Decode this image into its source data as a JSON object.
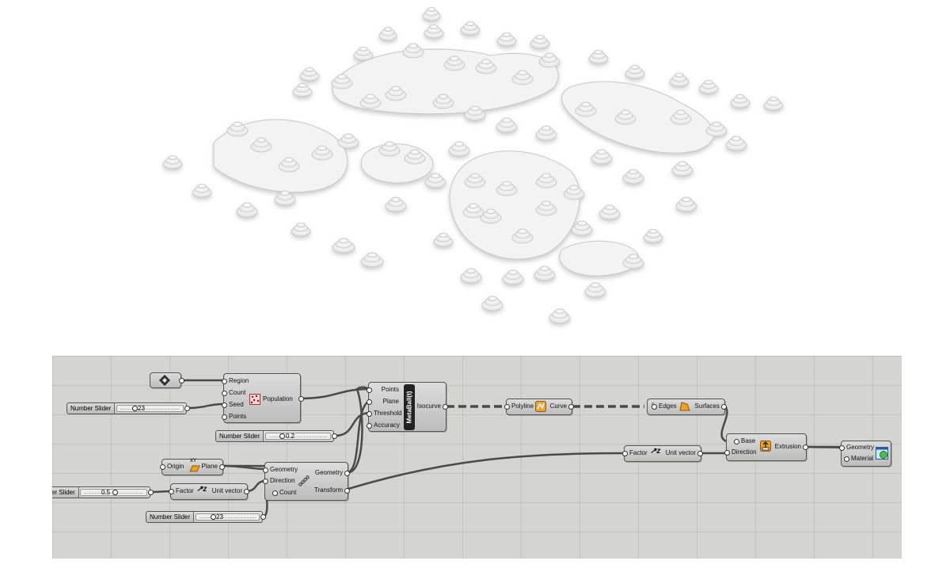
{
  "render": {
    "description_icon": "metaball-render"
  },
  "components": {
    "context": {
      "icon": "context-icon"
    },
    "population": {
      "inputs": [
        "Region",
        "Count",
        "Seed",
        "Points"
      ],
      "name": "Population",
      "icon": "population-icon"
    },
    "slider_seed": {
      "label": "Number Slider",
      "value": "23"
    },
    "slider_threshold": {
      "label": "Number Slider",
      "value": "0.2"
    },
    "metaball": {
      "inputs": [
        "Points",
        "Plane",
        "Threshold",
        "Accuracy"
      ],
      "name": "MetaBall(t)",
      "output": "Isocurve"
    },
    "polyline": {
      "input": "Polyline",
      "output": "Curve",
      "icon": "polyline-icon"
    },
    "edge_surface": {
      "input": "Edges",
      "output": "Surfaces",
      "icon": "edge-surface-icon"
    },
    "xy_plane": {
      "input": "Origin",
      "output": "Plane",
      "icon": "xy-plane-icon",
      "icon_text": "XY"
    },
    "slider_factor": {
      "label": "er Slider",
      "value": "0.5"
    },
    "unit_z_left": {
      "input": "Factor",
      "output": "Unit vector",
      "icon": "unit-z-icon"
    },
    "linear_array": {
      "inputs": [
        "Geometry",
        "Direction",
        "Count"
      ],
      "outputs": [
        "Geometry",
        "Transform"
      ],
      "icon": "linear-array-icon"
    },
    "slider_count": {
      "label": "Number Slider",
      "value": "23"
    },
    "unit_z_right": {
      "input": "Factor",
      "output": "Unit vector",
      "icon": "unit-z-icon"
    },
    "extrusion": {
      "inputs": [
        "Base",
        "Direction"
      ],
      "name": "Extrusion",
      "icon": "extrude-icon"
    },
    "custom_preview": {
      "inputs": [
        "Geometry",
        "Material"
      ],
      "icon": "custom-preview-icon"
    }
  },
  "colors": {
    "canvas": "#d4d4d0",
    "component": "#c9c9c9",
    "wire": "#4a4a4a",
    "icon_orange": "#f0a020"
  }
}
